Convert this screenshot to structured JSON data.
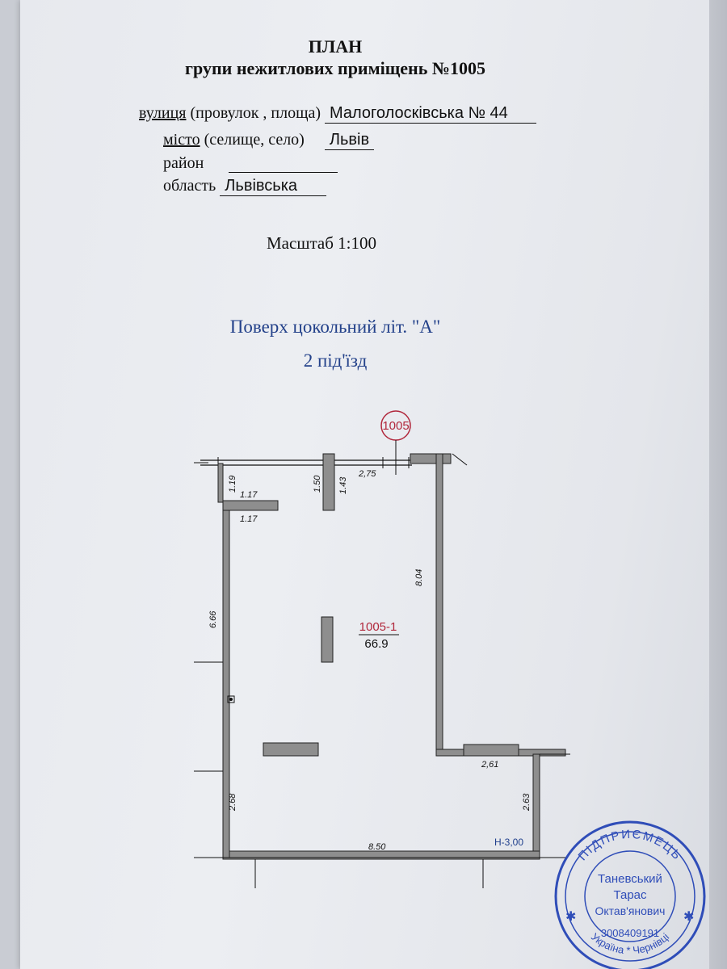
{
  "header": {
    "title": "ПЛАН",
    "subtitle": "групи нежитлових приміщень №1005"
  },
  "address": {
    "street_label": "вулиця",
    "street_hint": " (провулок , площа)",
    "street_value": "Малоголосківська  № 44",
    "city_label": "місто",
    "city_hint": " (селище, село)",
    "city_value": "Львів",
    "district_label": "район",
    "district_value": "",
    "region_label": "область",
    "region_value": "Львівська"
  },
  "scale": "Масштаб 1:100",
  "floor": {
    "line1": "Поверх цокольний літ. \"А\"",
    "line2": "2 під'їзд"
  },
  "plan": {
    "group_marker": "1005",
    "room_number": "1005-1",
    "room_area": "66.9",
    "height_label": "Н-3,00",
    "dimensions": {
      "top_right": "2,75",
      "upper_left_vertical": "1.19",
      "ledge_upper": "1.17",
      "ledge_lower": "1.17",
      "pillar_left": "1.50",
      "pillar_right": "1.43",
      "right_wall": "8.04",
      "left_wall_long": "6.66",
      "left_wall_short": "2.68",
      "step_width": "2,61",
      "step_height": "2.63",
      "bottom_wall": "8.50"
    }
  },
  "stamp": {
    "center_line1": "Таневський",
    "center_line2": "Тарас",
    "center_line3": "Октав'янович",
    "code": "3008409191",
    "top_arc": "ПІДПРИЄМЕЦЬ",
    "bottom_arc": "Україна * Чернівці",
    "color": "#2f4db8"
  },
  "colors": {
    "title_blue": "#23418a",
    "room_red": "#b1283c",
    "wall_gray": "#8e8e8e"
  }
}
